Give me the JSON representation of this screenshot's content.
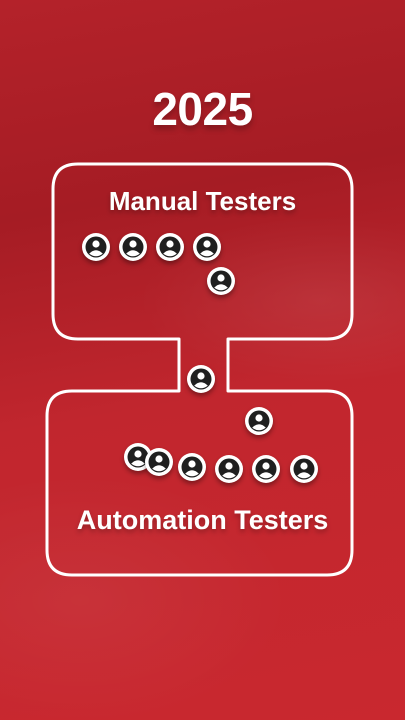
{
  "title": "2025",
  "sections": {
    "manual_label": "Manual Testers",
    "automation_label": "Automation Testers"
  },
  "icon": "person-icon",
  "colors": {
    "background": "#b4222a",
    "outline": "#ffffff",
    "text": "#ffffff"
  }
}
